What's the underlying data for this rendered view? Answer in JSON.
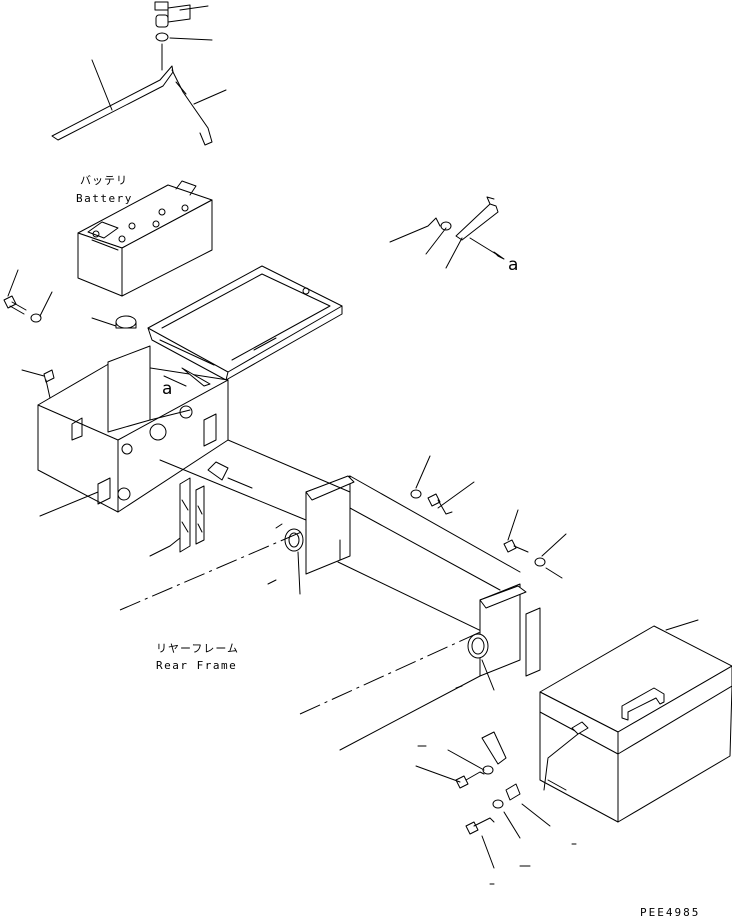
{
  "labels": {
    "battery_jp": "バッテリ",
    "battery_en": "Battery",
    "rear_frame_jp": "リヤーフレーム",
    "rear_frame_en": "Rear Frame",
    "ref_a_upper": "a",
    "ref_a_lower": "a",
    "drawing_code": "PEE4985"
  }
}
